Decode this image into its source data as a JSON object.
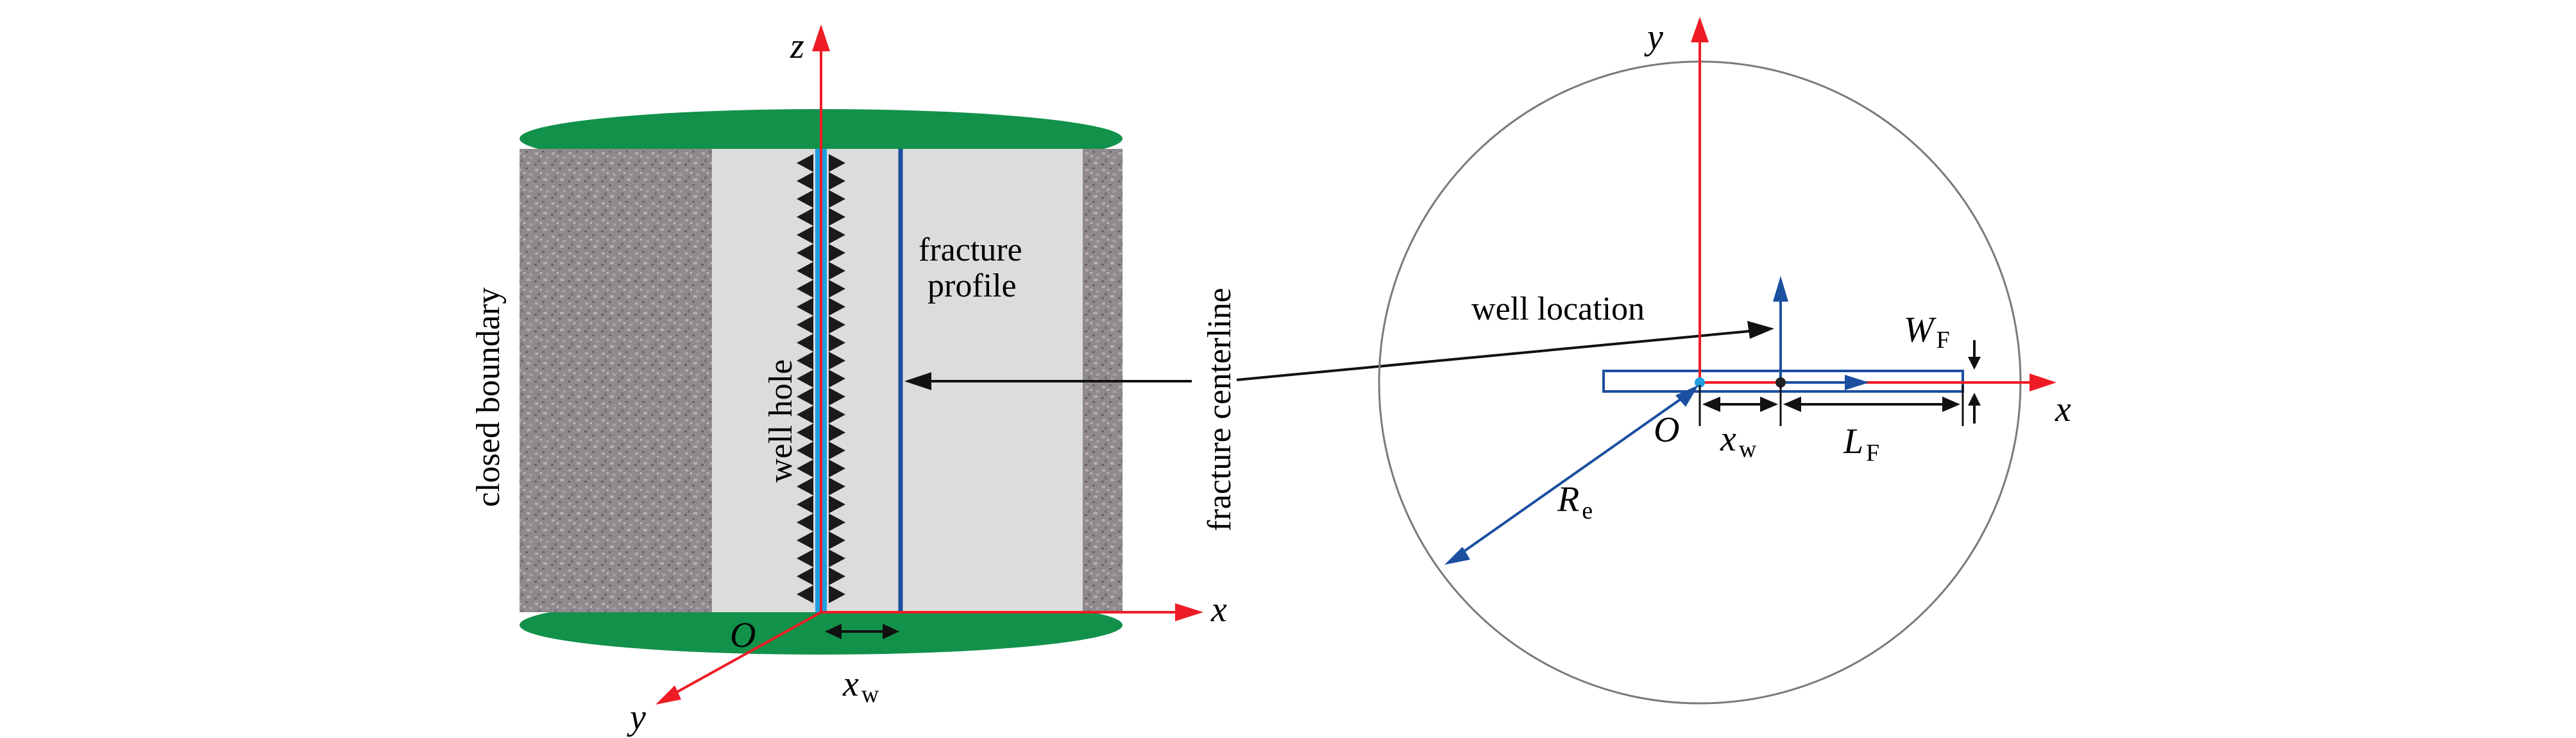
{
  "colors": {
    "axis": "#ee1c25",
    "frame": "#1b4fa0",
    "cap": "#12914a",
    "rock": "#8f8a8e",
    "fracture_zone": "#dcdcdc",
    "well_hole": "#1e9fe0",
    "teeth": "#1a1a1a",
    "pointer": "#111111",
    "boundary_circle": "#7a7a7a"
  },
  "icons": [
    "arrow-icon",
    "double-arrow-icon",
    "axis-arrow-icon"
  ],
  "left": {
    "axis_z": "z",
    "axis_x": "x",
    "axis_y": "y",
    "origin": "O",
    "xw_main": "x",
    "xw_sub": "w",
    "closed_boundary": "closed boundary",
    "well_hole": "well hole",
    "fracture_profile_1": "fracture",
    "fracture_profile_2": "profile",
    "fracture_centerline": "fracture centerline"
  },
  "right": {
    "axis_y": "y",
    "axis_x": "x",
    "origin": "O",
    "well_location": "well location",
    "wf_main": "W",
    "wf_sub": "F",
    "xw_main": "x",
    "xw_sub": "w",
    "lf_main": "L",
    "lf_sub": "F",
    "re_main": "R",
    "re_sub": "e"
  }
}
